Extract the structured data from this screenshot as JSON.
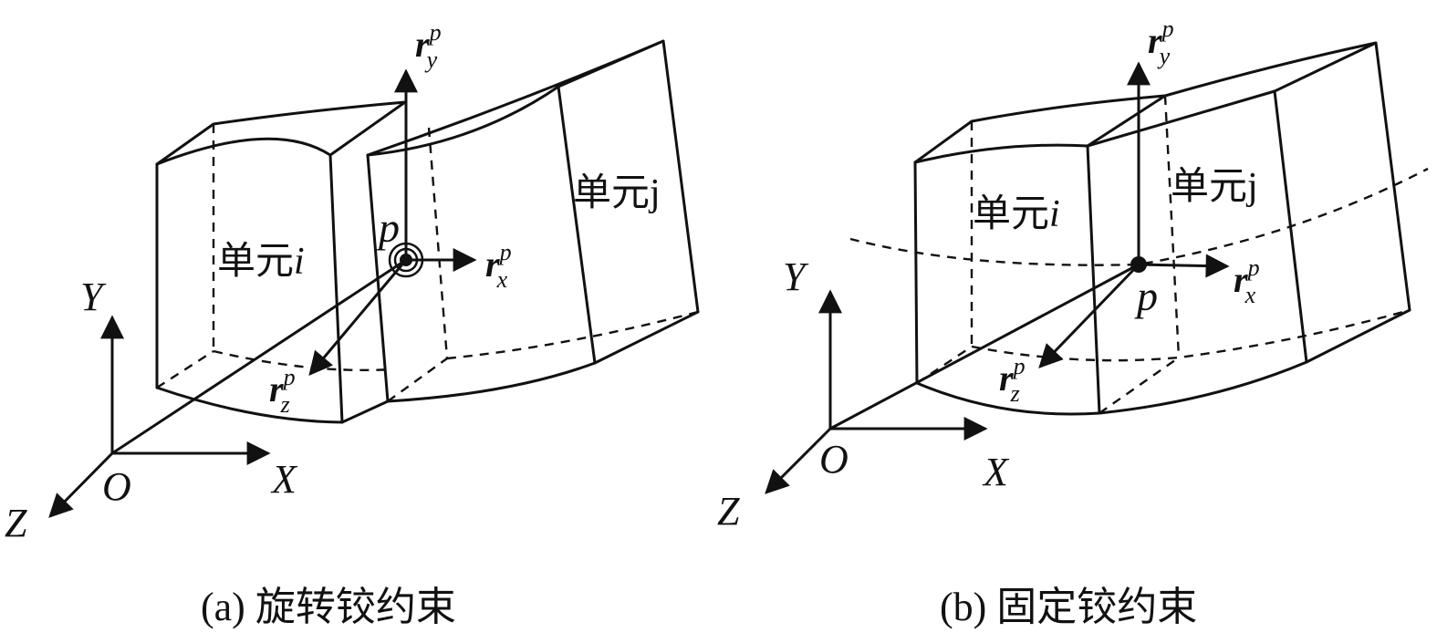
{
  "panel_a": {
    "caption": "(a) 旋转铰约束",
    "unit_i": {
      "text": "单元",
      "var": "i"
    },
    "unit_j": {
      "text": "单元",
      "var": "j"
    },
    "point": "p",
    "axes": {
      "x": "X",
      "y": "Y",
      "z": "Z",
      "origin": "O"
    },
    "vectors": {
      "rx": {
        "main": "r",
        "sup": "p",
        "sub": "x"
      },
      "ry": {
        "main": "r",
        "sup": "p",
        "sub": "y"
      },
      "rz": {
        "main": "r",
        "sup": "p",
        "sub": "z"
      }
    }
  },
  "panel_b": {
    "caption": "(b) 固定铰约束",
    "unit_i": {
      "text": "单元",
      "var": "i"
    },
    "unit_j": {
      "text": "单元",
      "var": "j"
    },
    "point": "p",
    "axes": {
      "x": "X",
      "y": "Y",
      "z": "Z",
      "origin": "O"
    },
    "vectors": {
      "rx": {
        "main": "r",
        "sup": "p",
        "sub": "x"
      },
      "ry": {
        "main": "r",
        "sup": "p",
        "sub": "y"
      },
      "rz": {
        "main": "r",
        "sup": "p",
        "sub": "z"
      }
    }
  }
}
